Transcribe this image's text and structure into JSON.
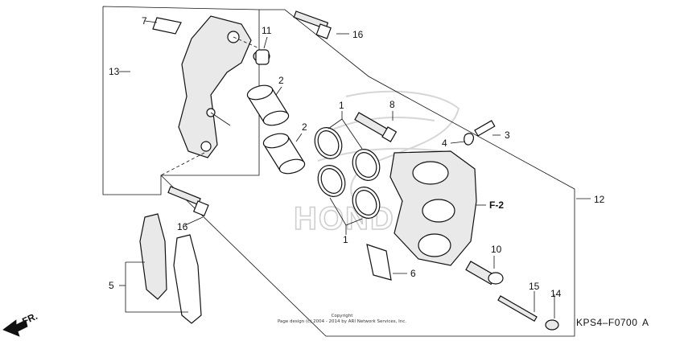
{
  "callouts": {
    "c1_top": "1",
    "c1_bottom": "1",
    "c2_top": "2",
    "c2_bottom": "2",
    "c3": "3",
    "c4": "4",
    "c5": "5",
    "c6": "6",
    "c7": "7",
    "c8": "8",
    "c10": "10",
    "c11": "11",
    "c12": "12",
    "c13": "13",
    "c14": "14",
    "c15": "15",
    "c16_top": "16",
    "c16_bottom": "16"
  },
  "reference_label": "F-2",
  "front_arrow_label": "FR.",
  "diagram_code": "KPS4–F0700",
  "diagram_code_suffix": "A",
  "copyright_line1": "Copyright",
  "copyright_line2": "Page design (c) 2004 - 2014 by ARI Network Services, Inc.",
  "watermark_text": "HONDA",
  "colors": {
    "line": "#111111",
    "watermark": "#cfcfcf",
    "background": "#ffffff"
  }
}
